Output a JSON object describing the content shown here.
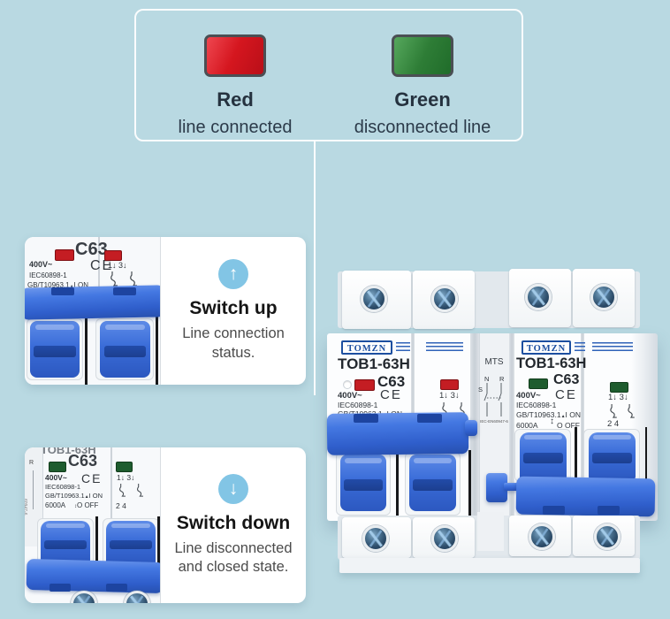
{
  "colors": {
    "background": "#b9d9e2",
    "toggle_blue": "#3f72dc",
    "logo_blue": "#1d4fa0",
    "legend_red": "#d5161f",
    "legend_green": "#2e7d36",
    "indicator_red": "#c41d23",
    "indicator_green": "#1e5c2e",
    "panel_icon_blue": "#82c5e5"
  },
  "icons": {
    "up_arrow": "↑",
    "down_arrow": "↓",
    "updown_arrow": "↕",
    "on_marker": "▲"
  },
  "legend": {
    "items": [
      {
        "title": "Red",
        "desc": "line connected"
      },
      {
        "title": "Green",
        "desc": "disconnected line"
      }
    ]
  },
  "callouts": {
    "up": {
      "title": "Switch up",
      "desc1": "Line connection",
      "desc2": "status."
    },
    "down": {
      "title": "Switch down",
      "desc1": "Line disconnected",
      "desc2": "and closed state."
    }
  },
  "breaker": {
    "brand": "TOMZN",
    "model": "TOB1-63H",
    "rating": "C63",
    "voltage": "400V~",
    "standard": "IEC60898-1",
    "standard_cn": "GB/T10963.1",
    "on_label": "I ON",
    "off_label": "O OFF",
    "capacity": "6000A",
    "ce_mark": "CE",
    "poles_13": "1↓ 3↓",
    "poles_24": "2  4",
    "mts": {
      "label": "MTS",
      "n": "N",
      "r": "R",
      "s": "S",
      "standard": "IEC-EN60947-6",
      "standard_side": "60947-6"
    }
  }
}
